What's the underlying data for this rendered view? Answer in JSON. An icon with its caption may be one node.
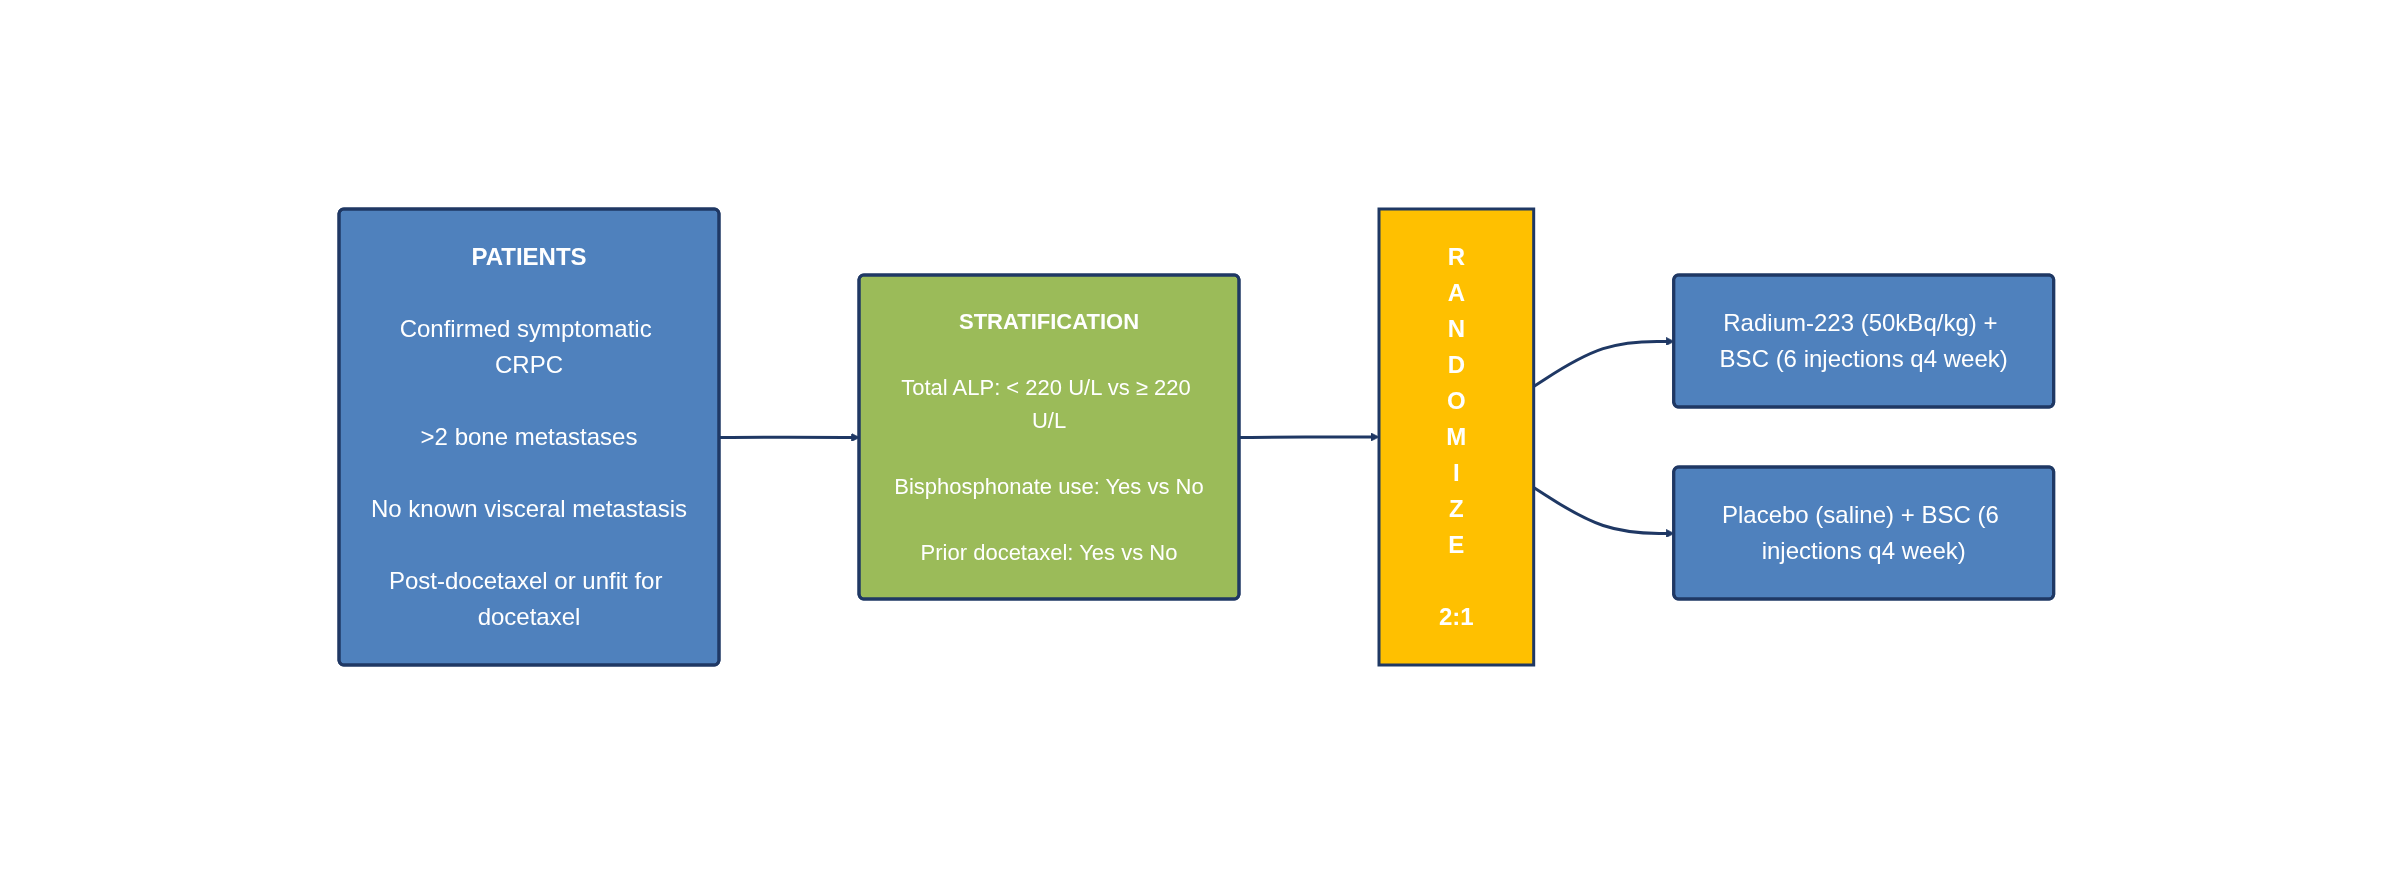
{
  "diagram": {
    "nodes": [
      {
        "text": [
          "PATIENTS",
          "Confirmed symptomatic CRPC",
          ">2 bone metastases",
          "No known visceral metastasis",
          "Post-docetaxel or unfit for docetaxel"
        ]
      },
      {
        "text": [
          "STRATIFICATION",
          "Total ALP: < 220 U/L vs ≥ 220 U/L",
          "Bisphosphonate use: Yes vs No",
          "Prior docetaxel: Yes vs No"
        ]
      },
      {
        "text": [
          "RANDOMIZE",
          "2:1"
        ]
      },
      {
        "text": [
          "Radium-223 (50kBq/kg) + BSC (6 injections q4 week)"
        ]
      },
      {
        "text": [
          "Placebo (saline) + BSC (6 injections q4 week)"
        ]
      }
    ],
    "edges": [
      {
        "from": 0,
        "to": 1,
        "arrow": "to"
      },
      {
        "from": 1,
        "to": 2,
        "arrow": "to"
      },
      {
        "from": 2,
        "to": 3,
        "arrow": "to"
      },
      {
        "from": 2,
        "to": 4,
        "arrow": "to"
      }
    ]
  }
}
